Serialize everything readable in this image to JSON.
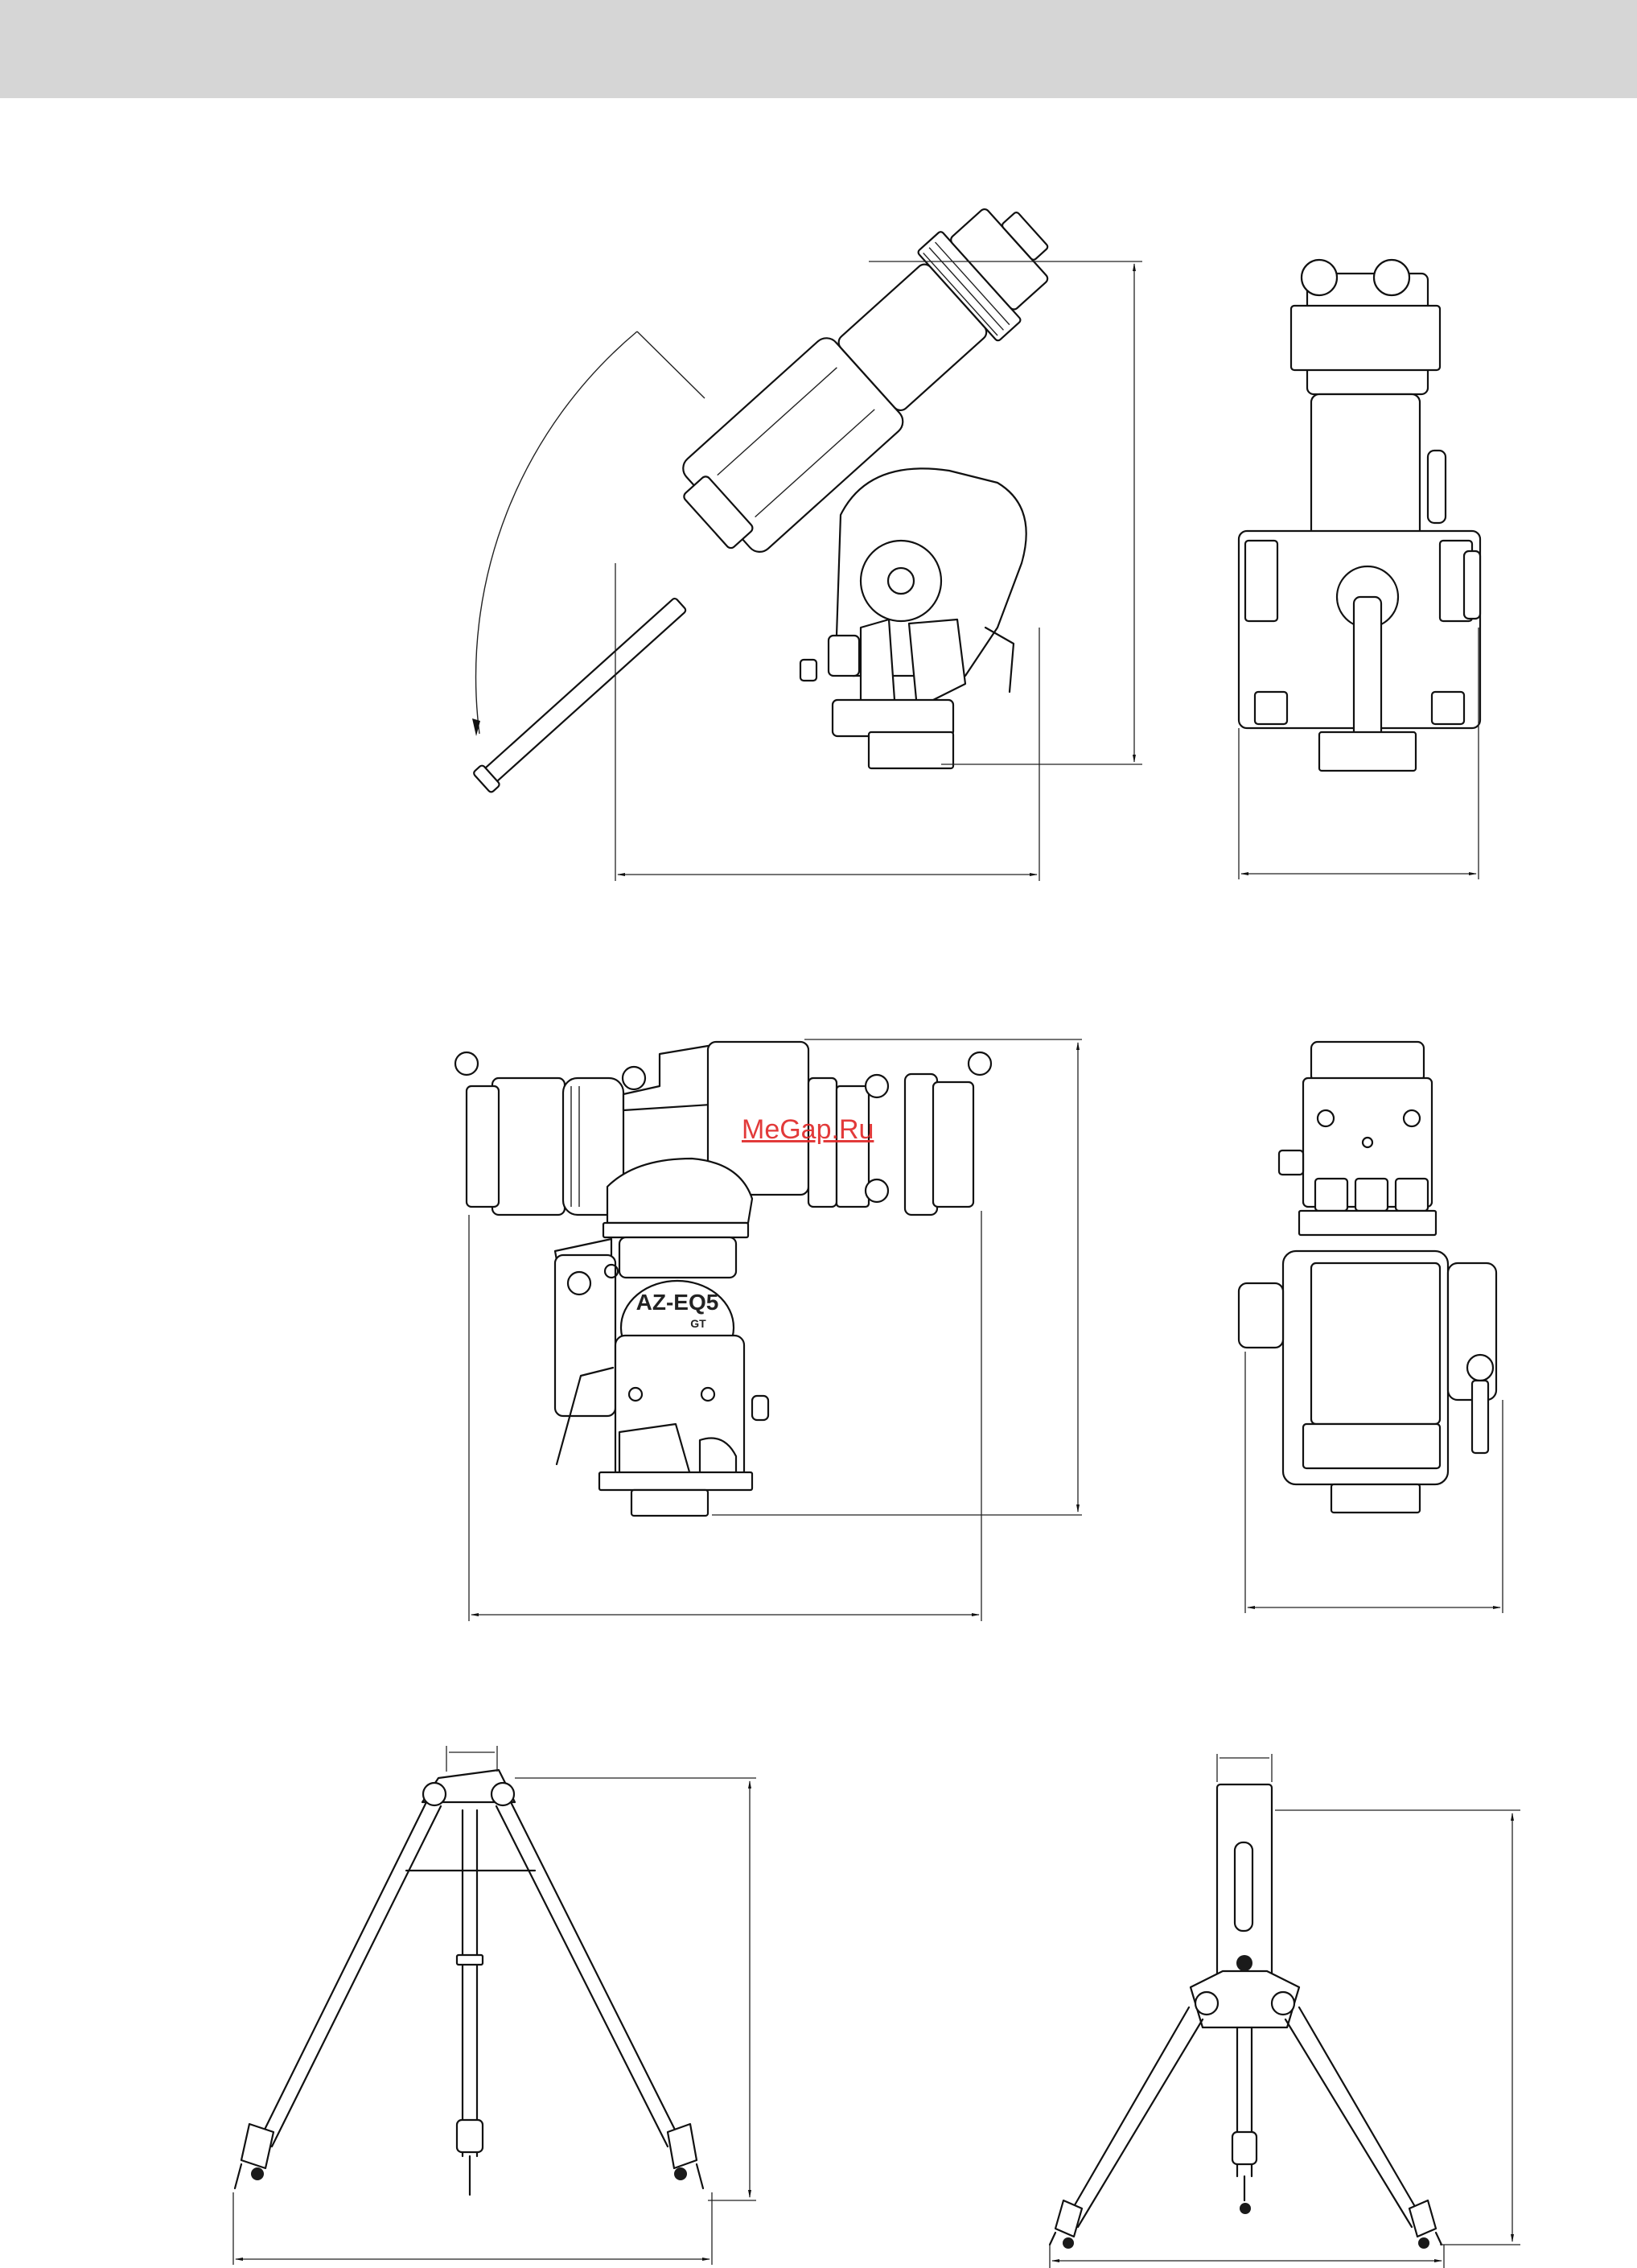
{
  "header": {
    "band_color": "#d6d6d6"
  },
  "mount_front": {
    "label_main": "AZ-EQ5",
    "label_sub": "GT"
  },
  "watermark": {
    "text": "MeGap.Ru",
    "color": "#e02a2a"
  },
  "colors": {
    "line": "#111111",
    "background": "#ffffff"
  }
}
